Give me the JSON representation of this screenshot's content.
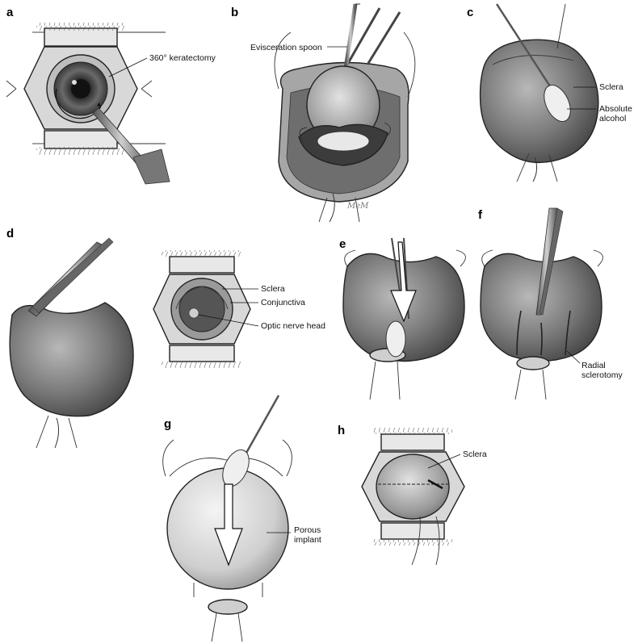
{
  "figure": {
    "panels": [
      {
        "id": "a",
        "letter": "a",
        "labels": [
          "360° keratectomy"
        ]
      },
      {
        "id": "b",
        "letter": "b",
        "labels": [
          "Evisceration spoon"
        ],
        "signature": "MeM"
      },
      {
        "id": "c",
        "letter": "c",
        "labels": [
          "Sclera",
          "Absolute",
          "alcohol"
        ]
      },
      {
        "id": "d",
        "letter": "d",
        "labels": [
          "Sclera",
          "Conjunctiva",
          "Optic nerve head"
        ]
      },
      {
        "id": "e",
        "letter": "e",
        "labels": []
      },
      {
        "id": "f",
        "letter": "f",
        "labels": [
          "Radial",
          "sclerotomy"
        ]
      },
      {
        "id": "g",
        "letter": "g",
        "labels": [
          "Porous",
          "implant"
        ]
      },
      {
        "id": "h",
        "letter": "h",
        "labels": [
          "Sclera"
        ]
      }
    ]
  },
  "colors": {
    "background": "#ffffff",
    "tissue_dark": "#5a5a5a",
    "tissue_mid": "#8c8c8c",
    "tissue_light": "#cfcfcf",
    "outline": "#222222"
  },
  "icons": [
    "speculum",
    "forceps",
    "scalpel",
    "evisceration-spoon",
    "cotton-swab",
    "scissors",
    "arrow-down"
  ]
}
